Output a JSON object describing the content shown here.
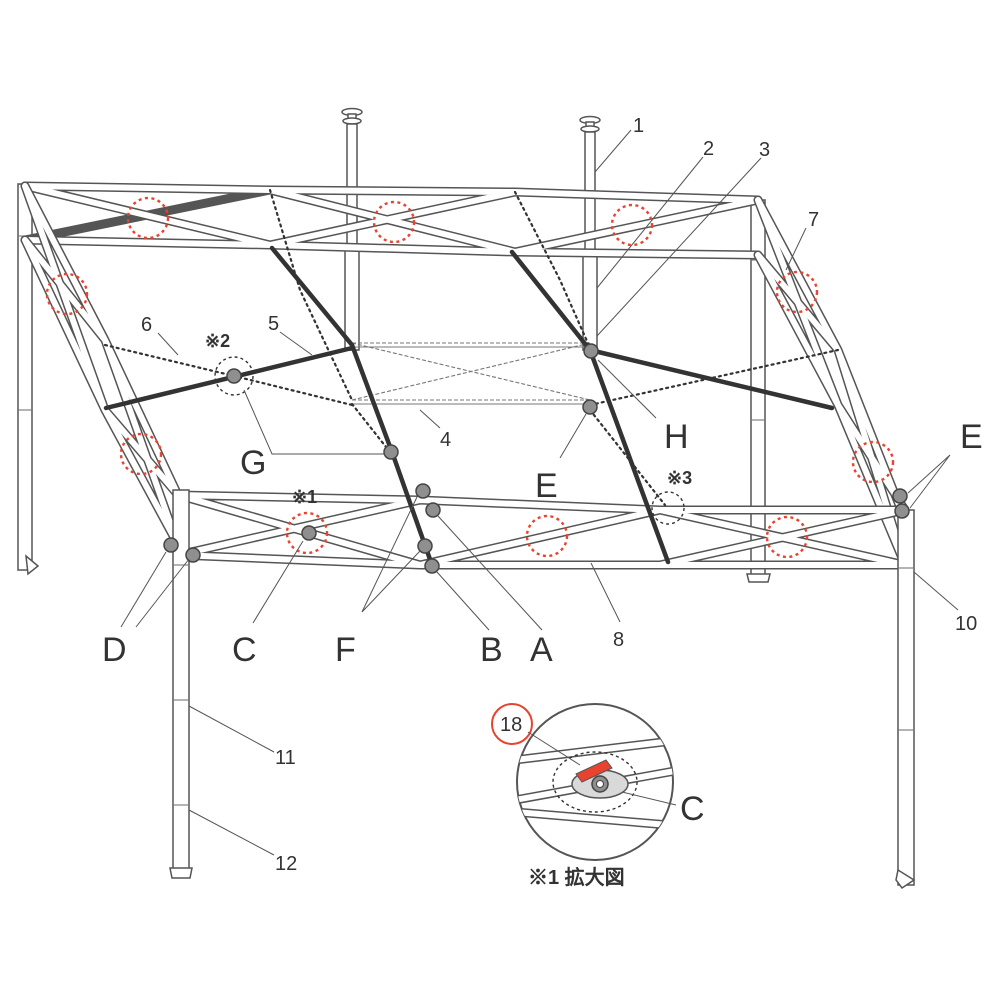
{
  "numbers": {
    "n1": "1",
    "n2": "2",
    "n3": "3",
    "n4": "4",
    "n5": "5",
    "n6": "6",
    "n7": "7",
    "n8": "8",
    "n10": "10",
    "n11": "11",
    "n12": "12",
    "n18": "18"
  },
  "letters": {
    "A": "A",
    "B": "B",
    "C": "C",
    "C2": "C",
    "D": "D",
    "E1": "E",
    "E2": "E",
    "F": "F",
    "G": "G",
    "H": "H"
  },
  "marks": {
    "m1": "※1",
    "m2": "※2",
    "m3": "※3"
  },
  "caption": "※1 拡大図",
  "colors": {
    "highlight": "#e8432e",
    "line": "#555555",
    "joint": "#8f8f8f"
  }
}
